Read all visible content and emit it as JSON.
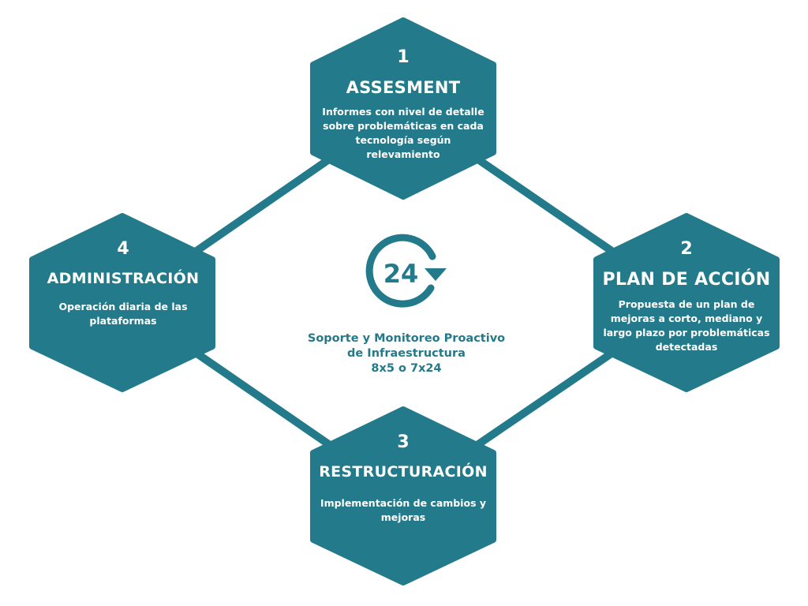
{
  "colors": {
    "accent": "#237a8a",
    "text_on_accent": "#ffffff"
  },
  "steps": [
    {
      "number": "1",
      "title": "ASSESMENT",
      "description": "Informes con nivel de detalle sobre problemáticas en cada tecnología según relevamiento"
    },
    {
      "number": "2",
      "title": "PLAN DE ACCIÓN",
      "description": "Propuesta de un plan de mejoras a corto, mediano y largo plazo por problemáticas detectadas"
    },
    {
      "number": "3",
      "title": "RESTRUCTURACIÓN",
      "description": "Implementación de cambios y mejoras"
    },
    {
      "number": "4",
      "title": "ADMINISTRACIÓN",
      "description": "Operación diaria de las plataformas"
    }
  ],
  "center": {
    "icon": "24-hour-cycle-icon",
    "icon_number": "24",
    "line1": "Soporte y Monitoreo Proactivo",
    "line2": "de Infraestructura",
    "line3": "8x5 o 7x24"
  }
}
